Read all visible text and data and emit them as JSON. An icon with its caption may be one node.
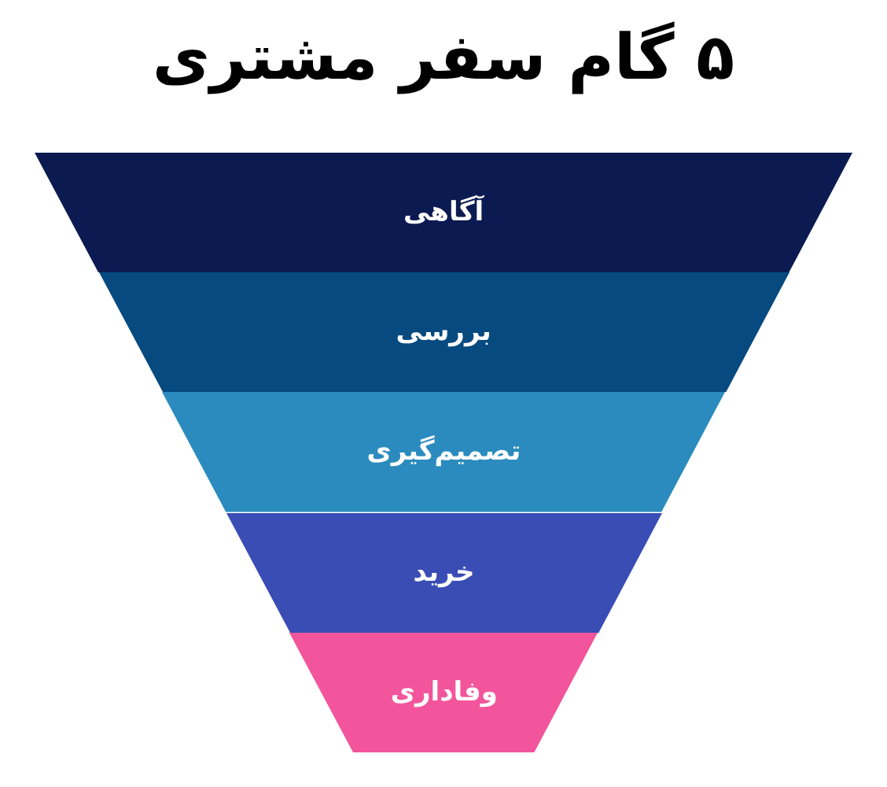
{
  "diagram": {
    "title": "۵ گام سفر مشتری",
    "nodes": [
      {
        "text": [
          "آگاهی"
        ]
      },
      {
        "text": [
          "بررسی"
        ]
      },
      {
        "text": [
          "تصمیم‌گیری"
        ]
      },
      {
        "text": [
          "خرید"
        ]
      },
      {
        "text": [
          "وفاداری"
        ]
      }
    ]
  }
}
